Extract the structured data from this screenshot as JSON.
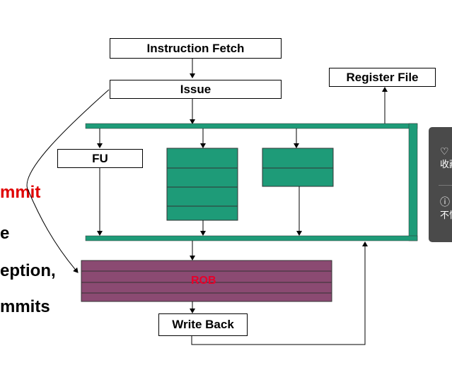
{
  "diagram": {
    "instruction_fetch": "Instruction Fetch",
    "issue": "Issue",
    "register_file": "Register File",
    "fu": "FU",
    "rob": "ROB",
    "write_back": "Write Back"
  },
  "side_text": {
    "line1": "mmit",
    "line2": "e",
    "line3": "eption,",
    "line4": "mmits"
  },
  "side_panel": {
    "item1_label": "收藏",
    "item1_icon": "heart-icon",
    "item2_label": "不懂",
    "item2_icon": "question-icon"
  },
  "colors": {
    "bus_green": "#1e9b78",
    "rob_purple": "#8b4a72",
    "rob_label_red": "#e8002a",
    "side_text_red": "#e00000",
    "panel_bg": "#4a4a4a"
  }
}
